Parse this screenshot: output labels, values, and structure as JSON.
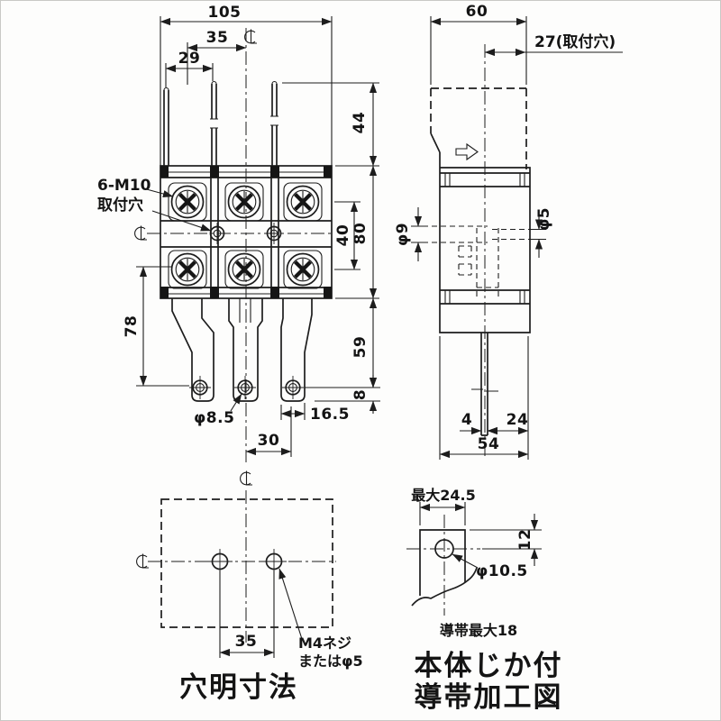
{
  "front_view": {
    "dim_overall_width": "105",
    "dim_pole_pitch": "35",
    "dim_29": "29",
    "dim_44": "44",
    "dim_40": "40",
    "dim_80": "80",
    "dim_78": "78",
    "dim_59": "59",
    "dim_8": "8",
    "dim_16_5": "16.5",
    "dim_30": "30",
    "dim_strap_hole": "φ8.5",
    "label_screws": "6-M10",
    "label_mount_hole": "取付穴"
  },
  "side_view": {
    "dim_width": "60",
    "dim_mount": "27(取付穴)",
    "dim_hole_left": "φ9",
    "dim_hole_right": "φ5",
    "dim_strap_thickness": "4",
    "dim_24": "24",
    "dim_54": "54"
  },
  "hole_view": {
    "dim_pitch": "35",
    "label_screw_line1": "M4ネジ",
    "label_screw_line2": "またはφ5",
    "caption": "穴明寸法"
  },
  "conductor_view": {
    "dim_max_width": "最大24.5",
    "dim_12": "12",
    "dim_hole": "φ10.5",
    "label_max_thickness": "導帯最大18",
    "caption_line1": "本体じか付",
    "caption_line2": "導帯加工図"
  }
}
